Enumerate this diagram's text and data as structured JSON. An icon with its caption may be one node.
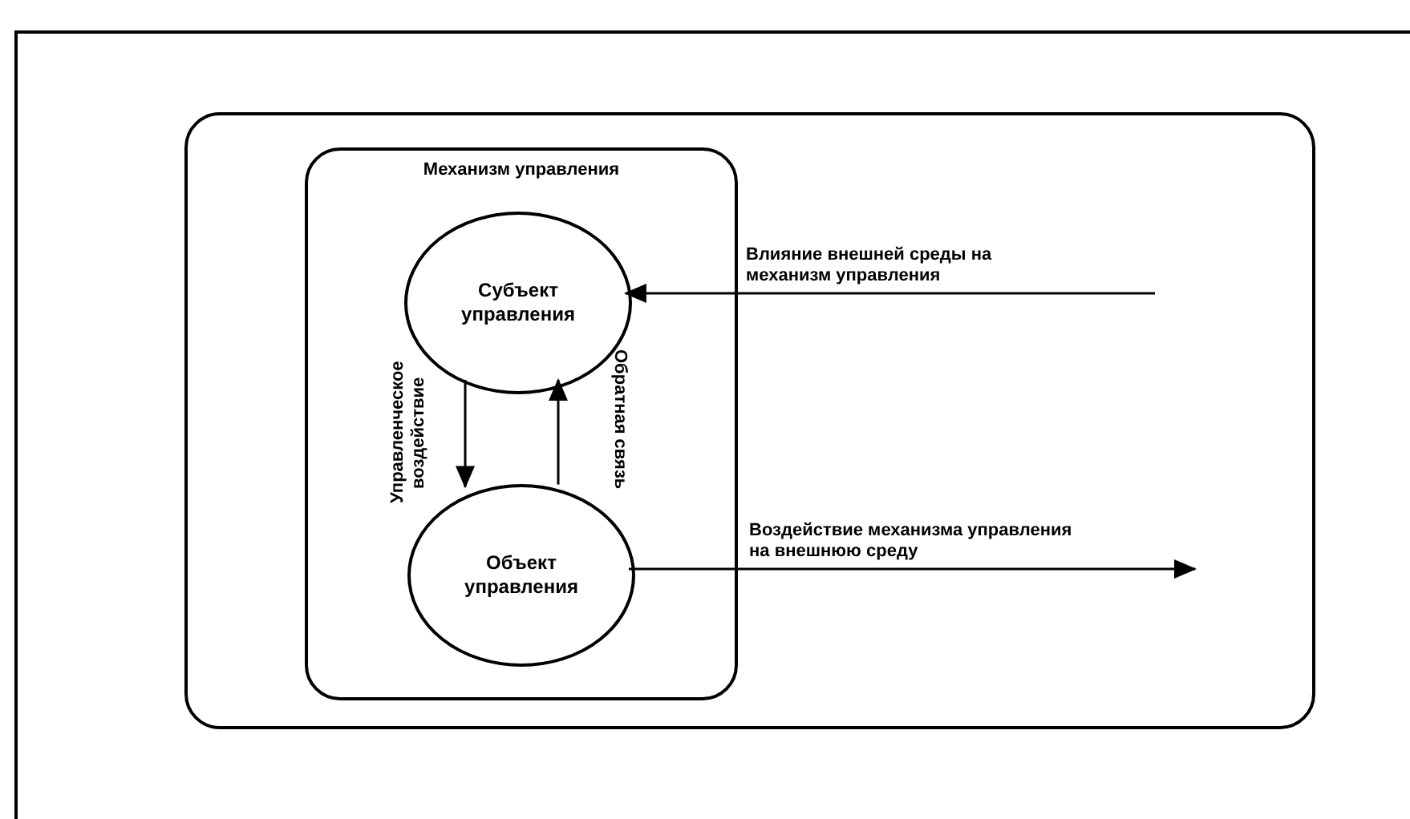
{
  "diagram": {
    "nodes": [
      {
        "text": [],
        "shape": "box"
      },
      {
        "text": [
          "Механизм управления"
        ],
        "in": 0
      },
      {
        "text": [
          "Субъект управления"
        ],
        "in": 1
      },
      {
        "text": [
          "Объект управления"
        ],
        "in": 1
      }
    ],
    "edges": [
      {
        "from": 2,
        "to": 3,
        "arrow": "to",
        "label": "Управленческое воздействие"
      },
      {
        "from": 3,
        "to": 2,
        "arrow": "to",
        "label": "Обратная связь"
      },
      {
        "from": null,
        "to": 2,
        "arrow": "to",
        "label": "Влияние внешней среды на механизм управления"
      },
      {
        "from": 3,
        "to": null,
        "arrow": "to",
        "label": "Воздействие механизма управления на внешнюю среду"
      }
    ]
  }
}
